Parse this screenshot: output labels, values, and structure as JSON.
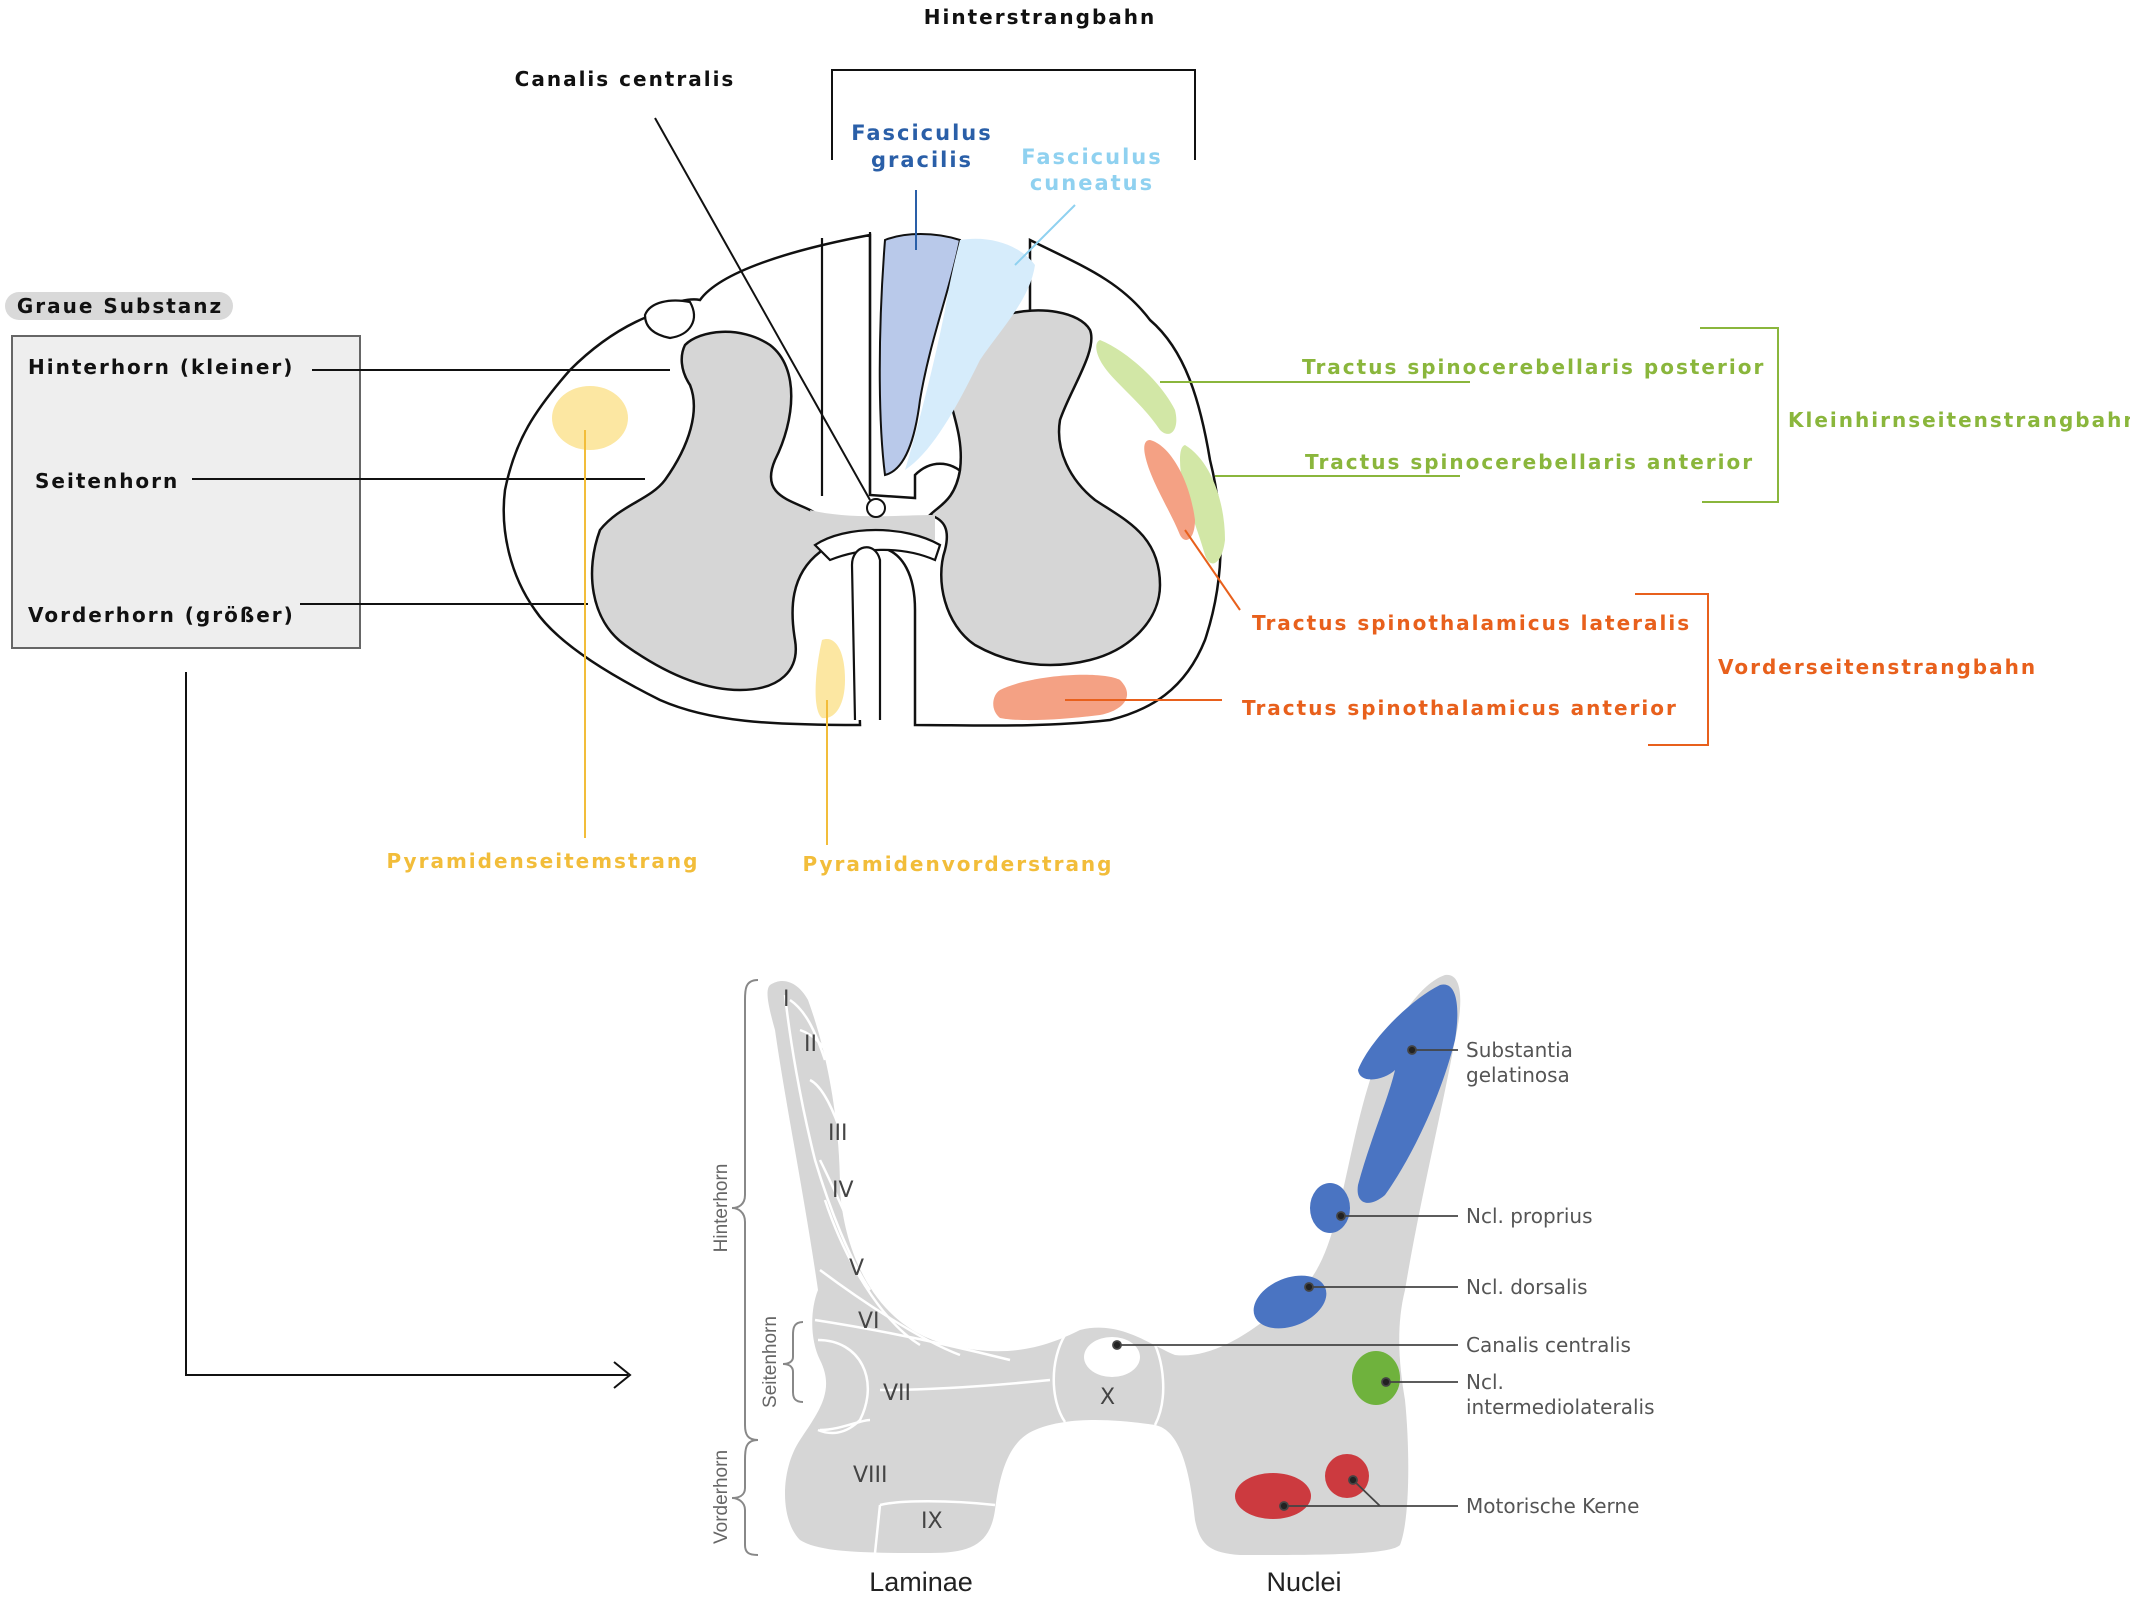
{
  "colors": {
    "gray_matter": "#d6d6d6",
    "gracilis": "#b9c9ea",
    "cuneatus": "#d6ecfb",
    "label_gracilis": "#2a5fa8",
    "label_cuneatus": "#8fd1f0",
    "spinocerebellar": "#8ab63c",
    "spinocerebellar_fill": "#d2e7a6",
    "spinothalamic": "#e8601c",
    "spinothalamic_fill": "#f4a184",
    "pyramidal": "#f2bd3a",
    "pyramidal_fill": "#fce7a2",
    "nucleus_blue": "#4a74c2",
    "nucleus_green": "#6fb23d",
    "nucleus_red": "#cc3a3f",
    "ink": "#111111"
  },
  "top_diagram": {
    "hinterstrangbahn": "Hinterstrangbahn",
    "canalis_centralis": "Canalis centralis",
    "fasciculus_gracilis": [
      "Fasciculus",
      "gracilis"
    ],
    "fasciculus_cuneatus": [
      "Fasciculus",
      "cuneatus"
    ],
    "graue_substanz": "Graue Substanz",
    "hinterhorn": "Hinterhorn (kleiner)",
    "seitenhorn": "Seitenhorn",
    "vorderhorn": "Vorderhorn (größer)",
    "tractus_sc_posterior": "Tractus spinocerebellaris posterior",
    "tractus_sc_anterior": "Tractus spinocerebellaris anterior",
    "kleinhirnseitenstrangbahn": "Kleinhirnseitenstrangbahn",
    "tractus_st_lateralis": "Tractus spinothalamicus lateralis",
    "tractus_st_anterior": "Tractus spinothalamicus anterior",
    "vorderseitenstrangbahn": "Vorderseitenstrangbahn",
    "pyramidenseitenstrang": "Pyramidenseitemstrang",
    "pyramidenvorderstrang": "Pyramidenvorderstrang"
  },
  "bottom_diagram": {
    "laminae": [
      "I",
      "II",
      "III",
      "IV",
      "V",
      "VI",
      "VII",
      "VIII",
      "IX",
      "X"
    ],
    "brace_hinterhorn": "Hinterhorn",
    "brace_seitenhorn": "Seitenhorn",
    "brace_vorderhorn": "Vorderhorn",
    "footer_laminae": "Laminae",
    "footer_nuclei": "Nuclei",
    "nuclei": {
      "substantia": [
        "Substantia",
        "gelatinosa"
      ],
      "proprius": "Ncl. proprius",
      "dorsalis": "Ncl. dorsalis",
      "canalis": "Canalis centralis",
      "intermediolateralis": [
        "Ncl.",
        "intermediolateralis"
      ],
      "motorische": "Motorische Kerne"
    }
  }
}
